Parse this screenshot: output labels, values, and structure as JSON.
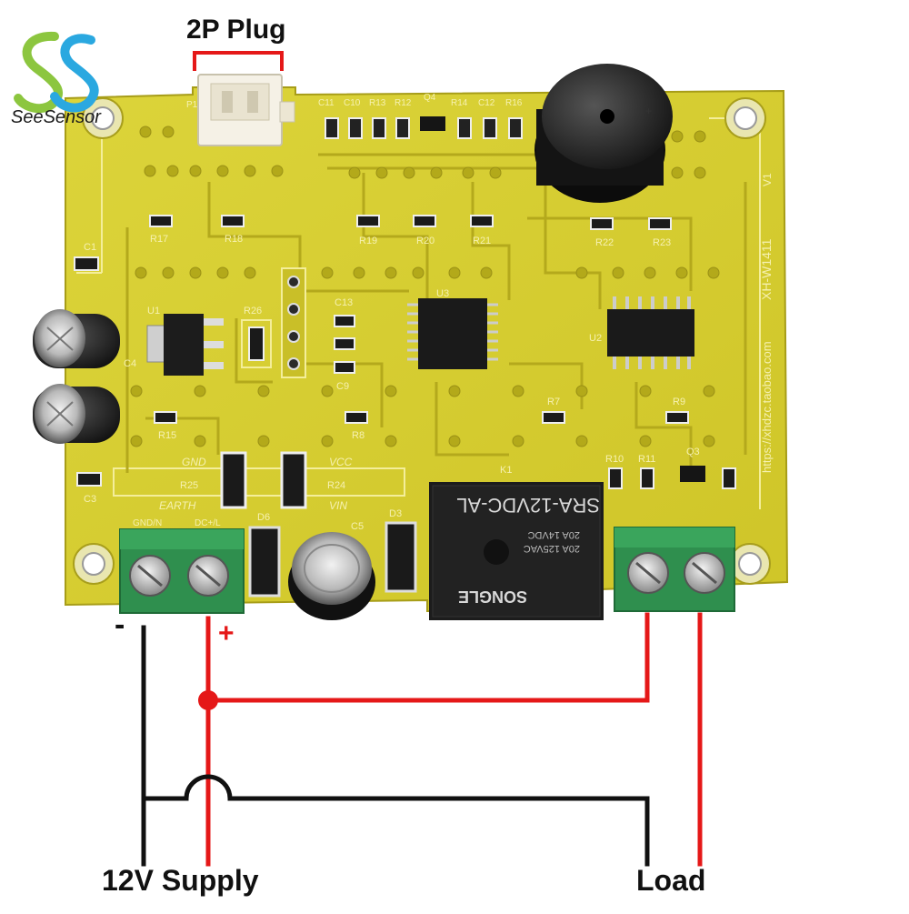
{
  "labels": {
    "plug": "2P Plug",
    "supply": "12V Supply",
    "load": "Load",
    "minus": "-",
    "plus": "+"
  },
  "brand": {
    "name": "SeeSensor"
  },
  "board": {
    "model": "XH-W1411",
    "version": "V1",
    "url": "https://xhdzc.taobao.com",
    "silkscreen": {
      "plug": "P1",
      "gnd": "GND",
      "vcc": "VCC",
      "earth": "EARTH",
      "vin": "VIN",
      "gnd_n": "GND/N",
      "dc_l": "DC+/L",
      "u1": "U1",
      "u2": "U2",
      "u3": "U3",
      "c1": "C1",
      "c3": "C3",
      "c4": "C4",
      "c5": "C5",
      "c9": "C9",
      "c13": "C13",
      "d3": "D3",
      "d6": "D6",
      "q3": "Q3",
      "r7": "R7",
      "r8": "R8",
      "r9": "R9",
      "r10": "R10",
      "r11": "R11",
      "r15": "R15",
      "r17": "R17",
      "r18": "R18",
      "r19": "R19",
      "r20": "R20",
      "r21": "R21",
      "r22": "R22",
      "r23": "R23",
      "r24": "R24",
      "r25": "R25",
      "r26": "R26",
      "k1": "K1",
      "top_row": [
        "C11",
        "C10",
        "R13",
        "R12",
        "Q4",
        "R14",
        "C12",
        "R16"
      ]
    },
    "relay": {
      "model": "SRA-12VDC-AL",
      "rating1": "20A 14VDC",
      "rating2": "20A 125VAC",
      "brand": "SONGLE"
    }
  },
  "colors": {
    "pcb": "#d9d12e",
    "pcb_dark": "#b6ad22",
    "wire_positive": "#e51818",
    "wire_ground": "#111111",
    "terminal": "#2f8f4e",
    "relay": "#1c1c1c",
    "buzzer": "#151515",
    "logo_blue": "#2aa8e0",
    "logo_green": "#8cc63f"
  }
}
